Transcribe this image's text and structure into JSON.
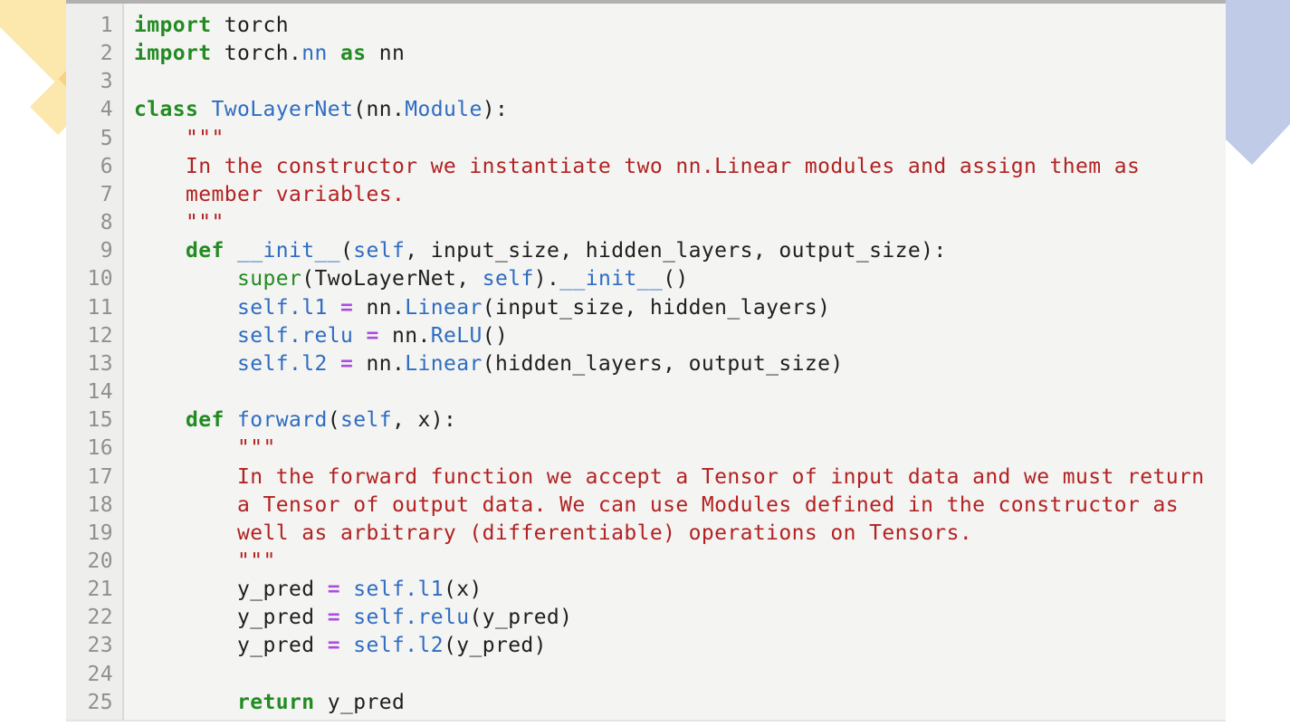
{
  "syntax_colors": {
    "keyword": "#228b22",
    "builtin": "#228b22",
    "name": "#2f6cc1",
    "string": "#b22222",
    "operator": "#aa4ddd",
    "plain": "#1f1f1f",
    "line_number": "#909090",
    "panel_bg": "#f4f4f2",
    "gutter_bg": "#eeeeec",
    "gutter_border": "#d9d9d7",
    "top_border": "#b1b1b1",
    "bottom_border": "#e4e4e2",
    "shape_yellow": "#fce8ad",
    "shape_yellow_dark": "#f6d486",
    "shape_blue": "#bfcbe7"
  },
  "decorations": {
    "left_shape": "yellow-diamonds",
    "right_shape": "blue-diamond"
  },
  "code_block": {
    "language": "python",
    "line_numbers": [
      1,
      2,
      3,
      4,
      5,
      6,
      7,
      8,
      9,
      10,
      11,
      12,
      13,
      14,
      15,
      16,
      17,
      18,
      19,
      20,
      21,
      22,
      23,
      24,
      25
    ],
    "lines": [
      {
        "number": 1,
        "segments": [
          [
            "keyword",
            "import"
          ],
          [
            "plain",
            " torch"
          ]
        ]
      },
      {
        "number": 2,
        "segments": [
          [
            "keyword",
            "import"
          ],
          [
            "plain",
            " torch."
          ],
          [
            "name",
            "nn"
          ],
          [
            "plain",
            " "
          ],
          [
            "keyword",
            "as"
          ],
          [
            "plain",
            " nn"
          ]
        ]
      },
      {
        "number": 3,
        "segments": []
      },
      {
        "number": 4,
        "segments": [
          [
            "keyword",
            "class"
          ],
          [
            "plain",
            " "
          ],
          [
            "name",
            "TwoLayerNet"
          ],
          [
            "plain",
            "(nn."
          ],
          [
            "name",
            "Module"
          ],
          [
            "plain",
            "):"
          ]
        ]
      },
      {
        "number": 5,
        "segments": [
          [
            "string",
            "    \"\"\""
          ]
        ]
      },
      {
        "number": 6,
        "segments": [
          [
            "string",
            "    In the constructor we instantiate two nn.Linear modules and assign them as"
          ]
        ]
      },
      {
        "number": 7,
        "segments": [
          [
            "string",
            "    member variables."
          ]
        ]
      },
      {
        "number": 8,
        "segments": [
          [
            "string",
            "    \"\"\""
          ]
        ]
      },
      {
        "number": 9,
        "segments": [
          [
            "plain",
            "    "
          ],
          [
            "keyword",
            "def"
          ],
          [
            "plain",
            " "
          ],
          [
            "name",
            "__init__"
          ],
          [
            "plain",
            "("
          ],
          [
            "name",
            "self"
          ],
          [
            "plain",
            ", input_size, hidden_layers, output_size):"
          ]
        ]
      },
      {
        "number": 10,
        "segments": [
          [
            "plain",
            "        "
          ],
          [
            "builtin",
            "super"
          ],
          [
            "plain",
            "(TwoLayerNet, "
          ],
          [
            "name",
            "self"
          ],
          [
            "plain",
            ")."
          ],
          [
            "name",
            "__init__"
          ],
          [
            "plain",
            "()"
          ]
        ]
      },
      {
        "number": 11,
        "segments": [
          [
            "plain",
            "        "
          ],
          [
            "name",
            "self.l1"
          ],
          [
            "plain",
            " "
          ],
          [
            "operator",
            "="
          ],
          [
            "plain",
            " nn."
          ],
          [
            "name",
            "Linear"
          ],
          [
            "plain",
            "(input_size, hidden_layers)"
          ]
        ]
      },
      {
        "number": 12,
        "segments": [
          [
            "plain",
            "        "
          ],
          [
            "name",
            "self.relu"
          ],
          [
            "plain",
            " "
          ],
          [
            "operator",
            "="
          ],
          [
            "plain",
            " nn."
          ],
          [
            "name",
            "ReLU"
          ],
          [
            "plain",
            "()"
          ]
        ]
      },
      {
        "number": 13,
        "segments": [
          [
            "plain",
            "        "
          ],
          [
            "name",
            "self.l2"
          ],
          [
            "plain",
            " "
          ],
          [
            "operator",
            "="
          ],
          [
            "plain",
            " nn."
          ],
          [
            "name",
            "Linear"
          ],
          [
            "plain",
            "(hidden_layers, output_size)"
          ]
        ]
      },
      {
        "number": 14,
        "segments": []
      },
      {
        "number": 15,
        "segments": [
          [
            "plain",
            "    "
          ],
          [
            "keyword",
            "def"
          ],
          [
            "plain",
            " "
          ],
          [
            "name",
            "forward"
          ],
          [
            "plain",
            "("
          ],
          [
            "name",
            "self"
          ],
          [
            "plain",
            ", x):"
          ]
        ]
      },
      {
        "number": 16,
        "segments": [
          [
            "string",
            "        \"\"\""
          ]
        ]
      },
      {
        "number": 17,
        "segments": [
          [
            "string",
            "        In the forward function we accept a Tensor of input data and we must return"
          ]
        ]
      },
      {
        "number": 18,
        "segments": [
          [
            "string",
            "        a Tensor of output data. We can use Modules defined in the constructor as"
          ]
        ]
      },
      {
        "number": 19,
        "segments": [
          [
            "string",
            "        well as arbitrary (differentiable) operations on Tensors."
          ]
        ]
      },
      {
        "number": 20,
        "segments": [
          [
            "string",
            "        \"\"\""
          ]
        ]
      },
      {
        "number": 21,
        "segments": [
          [
            "plain",
            "        y_pred "
          ],
          [
            "operator",
            "="
          ],
          [
            "plain",
            " "
          ],
          [
            "name",
            "self.l1"
          ],
          [
            "plain",
            "(x)"
          ]
        ]
      },
      {
        "number": 22,
        "segments": [
          [
            "plain",
            "        y_pred "
          ],
          [
            "operator",
            "="
          ],
          [
            "plain",
            " "
          ],
          [
            "name",
            "self.relu"
          ],
          [
            "plain",
            "(y_pred)"
          ]
        ]
      },
      {
        "number": 23,
        "segments": [
          [
            "plain",
            "        y_pred "
          ],
          [
            "operator",
            "="
          ],
          [
            "plain",
            " "
          ],
          [
            "name",
            "self.l2"
          ],
          [
            "plain",
            "(y_pred)"
          ]
        ]
      },
      {
        "number": 24,
        "segments": []
      },
      {
        "number": 25,
        "segments": [
          [
            "plain",
            "        "
          ],
          [
            "keyword",
            "return"
          ],
          [
            "plain",
            " y_pred"
          ]
        ]
      }
    ]
  }
}
